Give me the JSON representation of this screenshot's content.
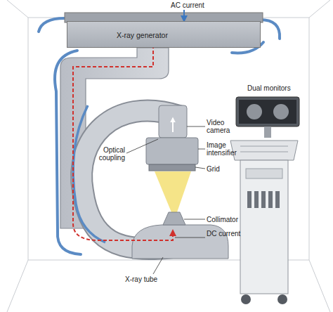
{
  "diagram": {
    "nodes": [
      {
        "text": [
          "X-ray generator"
        ]
      }
    ],
    "labels": [
      "AC current",
      "Video camera",
      "Optical coupling",
      "Image intensifier",
      "Grid",
      "Dual monitors",
      "Collimator",
      "DC current",
      "X-ray tube"
    ]
  }
}
